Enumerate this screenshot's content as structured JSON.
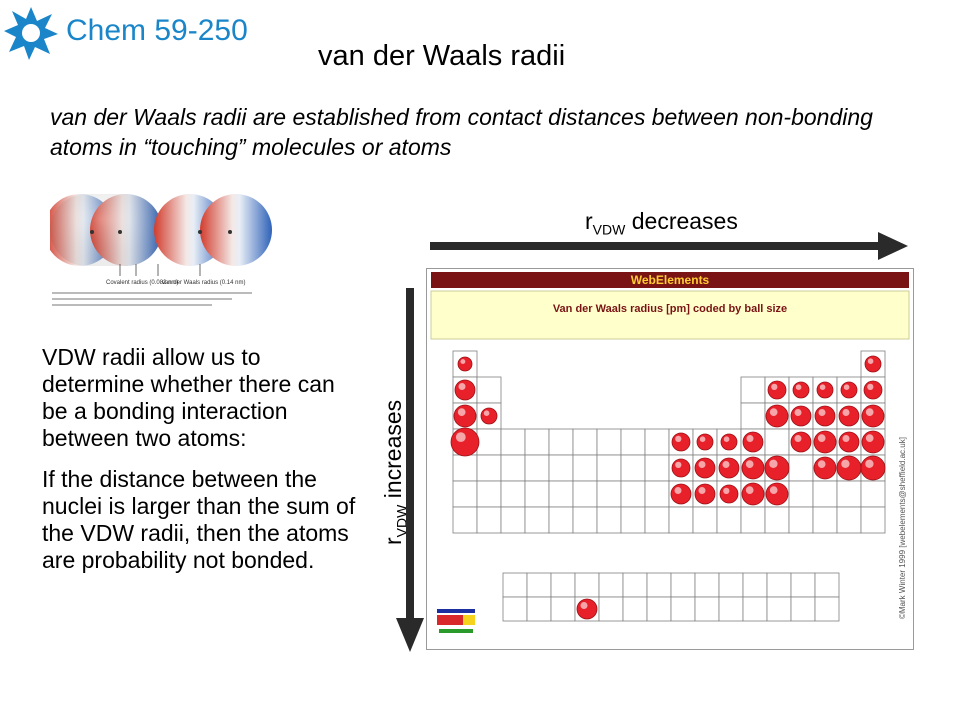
{
  "header": {
    "course": "Chem 59-250",
    "title": "van der Waals radii"
  },
  "intro": "van der Waals radii are established from contact distances between non-bonding atoms in “touching” molecules or atoms",
  "body": {
    "p1": "VDW radii allow us to determine whether there can be a bonding interaction between two atoms:",
    "p2": "If the distance between the nuclei is larger than the sum of the VDW radii, then the atoms are probability not bonded."
  },
  "arrows": {
    "horizontal": {
      "r": "r",
      "sub": "VDW",
      "text": " decreases"
    },
    "vertical": {
      "r": "r",
      "sub": "VDW",
      "text": " increases"
    }
  },
  "webelements": {
    "banner": "WebElements",
    "subtitle": "Van der Waals radius [pm] coded by ball size",
    "credit": "©Mark Winter 1999 [webelements@sheffield.ac.uk]"
  },
  "molecule": {
    "label_left": "Covalent radius (0.082 nm)",
    "label_right": "van der Waals radius (0.14 nm)"
  },
  "colors": {
    "course": "#1a86c9",
    "banner_bg": "#7a1414",
    "banner_text": "#ffcc33",
    "subtitle_bg": "#ffffcc",
    "subtitle_text": "#7a1414",
    "ball": "#e8202a",
    "arrow": "#2a2a2a"
  }
}
